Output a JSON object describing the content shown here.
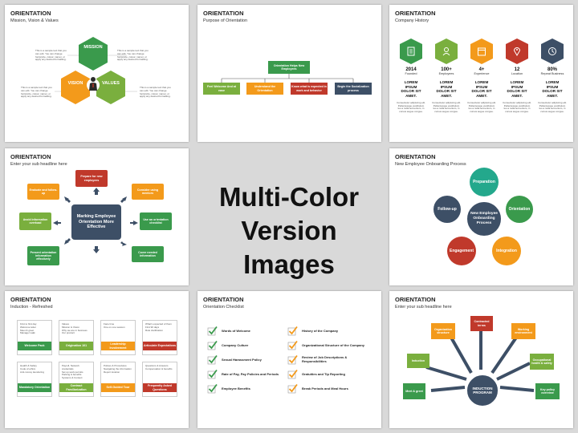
{
  "center": {
    "line1": "Multi-Color",
    "line2": "Version Images"
  },
  "colors": {
    "green": "#3a9a4c",
    "orange": "#f39a1b",
    "red": "#c0392b",
    "navy": "#3d4f66",
    "teal": "#23a88c",
    "lime": "#7aaf3e",
    "gray": "#7a7a7a"
  },
  "placeholder_text": "This is a sample text that you can edit. You can change fonts(size, colour, name), or apply any desired formatting.",
  "slide1": {
    "title": "ORIENTATION",
    "subtitle": "Mission, Vision & Values",
    "mission": "MISSION",
    "vision": "VISION",
    "values": "VALUES"
  },
  "slide2": {
    "title": "ORIENTATION",
    "subtitle": "Purpose of Orientation",
    "root": "Orientation Helps New Employees",
    "items": [
      "Feel Welcome And at ease",
      "Understand the Orientation",
      "Know what is expected in work and behavior",
      "Begin the Socialization process"
    ]
  },
  "slide3": {
    "title": "ORIENTATION",
    "subtitle": "Company History",
    "icons": [
      "document-icon",
      "person-icon",
      "calendar-icon",
      "location-pin-icon",
      "clock-icon"
    ],
    "stats": [
      {
        "value": "2014",
        "label": "Founded"
      },
      {
        "value": "100+",
        "label": "Employees"
      },
      {
        "value": "4+",
        "label": "Experience"
      },
      {
        "value": "12",
        "label": "Location"
      },
      {
        "value": "80%",
        "label": "Repeat Business"
      }
    ],
    "heading": "LOREM IPSUM DOLOR SIT AMET.",
    "body": "Consectetur adipiscing elit. Pellentesque vestibulum leo a nulla fermentum, in cursus augue congue."
  },
  "slide4": {
    "title": "ORIENTATION",
    "subtitle": "Enter your sub headline here",
    "center": "Marking Employee Orientation More Effective",
    "items": [
      "Prepare for new employees",
      "Consider using mentors",
      "Use an orientation checklist",
      "Cover needed information",
      "Present orientation information effectively",
      "Avoid information overload",
      "Evaluate and follow-up"
    ]
  },
  "slide5": {
    "title": "ORIENTATION",
    "subtitle": "New Employee Onboarding Process",
    "center": "New Employee Onboarding Process",
    "items": [
      "Preparation",
      "Orientation",
      "Integration",
      "Engagement",
      "Follow-up"
    ]
  },
  "slide6": {
    "title": "ORIENTATION",
    "subtitle": "Induction - Refreshed",
    "cards": [
      {
        "bullets": [
          "First to first day",
          "Welcome letter",
          "Meet & greet",
          "Manager walk"
        ],
        "label": "Welcome Pack"
      },
      {
        "bullets": [
          "Values",
          "Mission & Vision",
          "Why we are in business",
          "Our product"
        ],
        "label": "Origination 101"
      },
      {
        "bullets": [
          "Face time",
          "One on one session"
        ],
        "label": "Leadership Involvement"
      },
      {
        "bullets": [
          "What's expected of them",
          "First 90 days",
          "Role clarification"
        ],
        "label": "Articulate Expectations"
      },
      {
        "bullets": [
          "Health & Safety",
          "Code of ethics",
          "Anti-money laundering"
        ],
        "label": "Mandatory Orientation"
      },
      {
        "bullets": [
          "Payroll, Network credentials",
          "Set up work permits",
          "Parking & benefits",
          "Systems & Context"
        ],
        "label": "Contract Familiarization"
      },
      {
        "bullets": [
          "Polices & Procedures",
          "Navigating the information",
          "Report location"
        ],
        "label": "Self-Guided Tour"
      },
      {
        "bullets": [
          "Questions & Answers",
          "Compensation & benefits"
        ],
        "label": "Frequently Asked Questions"
      }
    ]
  },
  "slide7": {
    "title": "ORIENTATION",
    "subtitle": "Orientation Checklist",
    "left": [
      "Words of Welcome",
      "Company Culture",
      "Sexual Harassment Policy",
      "Rate of Pay, Pay Policies and Periods",
      "Employee Benefits"
    ],
    "right": [
      "History of the Company",
      "Organizational Structure of the Company",
      "Review of Job Descriptions & Responsibilities",
      "Gratuities and Tip Reporting",
      "Break Periods and Meal Hours"
    ]
  },
  "slide8": {
    "title": "ORIENTATION",
    "subtitle": "Enter your sub headline here",
    "center": "INDUCTION PROGRAM",
    "items": [
      "Meet & greet",
      "Induction",
      "Organization structure",
      "Contracted terms",
      "Working environment",
      "Occupational health & safety",
      "Key policy overview"
    ]
  }
}
